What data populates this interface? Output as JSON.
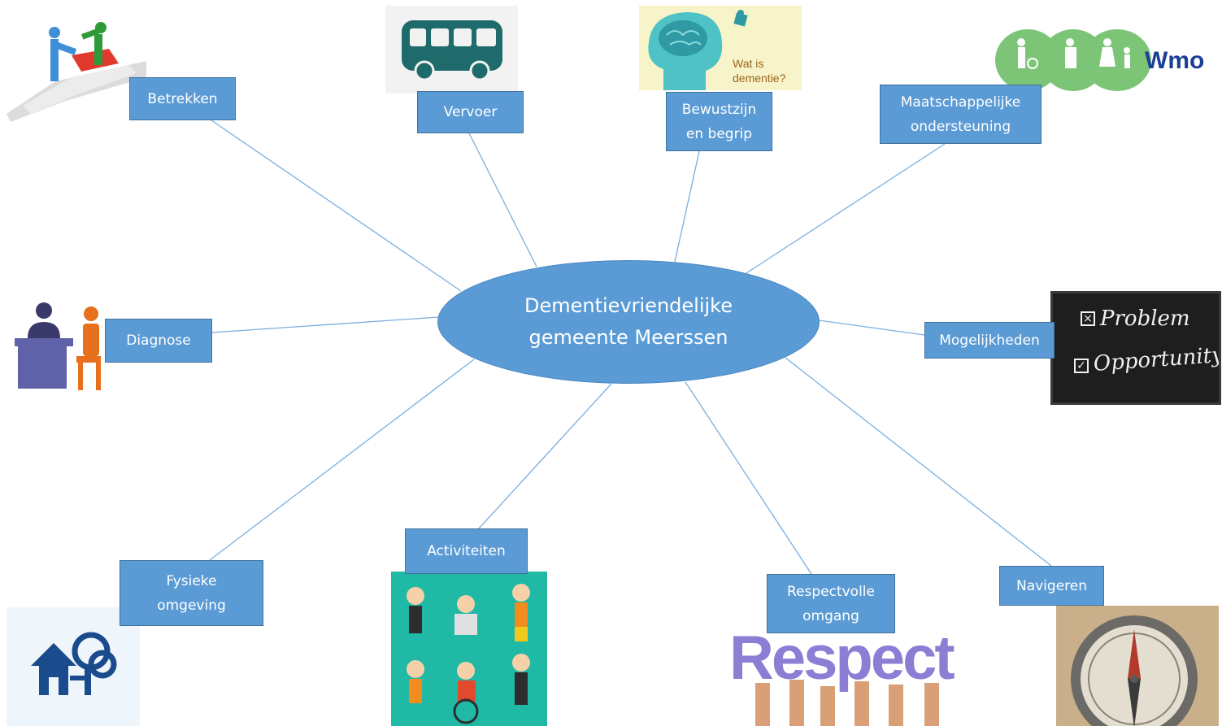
{
  "center": {
    "label": "Dementievriendelijke\ngemeente Meerssen"
  },
  "nodes": [
    {
      "label": "Betrekken"
    },
    {
      "label": "Vervoer"
    },
    {
      "label": "Bewustzijn\nen begrip"
    },
    {
      "label": "Maatschappelijke\nondersteuning"
    },
    {
      "label": "Diagnose"
    },
    {
      "label": "Mogelijkheden"
    },
    {
      "label": "Fysieke\nomgeving"
    },
    {
      "label": "Activiteiten"
    },
    {
      "label": "Respectvolle\nomgang"
    },
    {
      "label": "Navigeren"
    }
  ],
  "images": {
    "dementie_caption": "Wat is\ndementie?",
    "wmo_logo": "Wmo",
    "chalkboard": [
      "Problem",
      "Opportunity"
    ],
    "respect_word": "Respect"
  },
  "colors": {
    "hub_fill": "#5b9bd5",
    "node_fill": "#5b9bd5",
    "connector": "#7aaee0"
  }
}
